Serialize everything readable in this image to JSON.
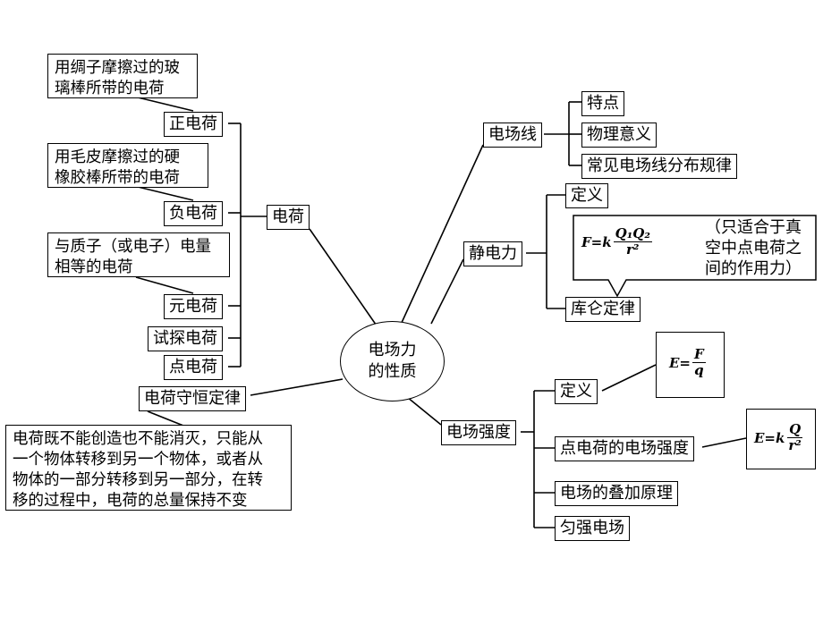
{
  "center": {
    "line1": "电场力",
    "line2": "的性质"
  },
  "charge": {
    "label": "电荷",
    "items": [
      {
        "label": "正电荷",
        "note_line1": "用绸子摩擦过的玻",
        "note_line2": "璃棒所带的电荷"
      },
      {
        "label": "负电荷",
        "note_line1": "用毛皮摩擦过的硬",
        "note_line2": "橡胶棒所带的电荷"
      },
      {
        "label": "元电荷",
        "note_line1": "与质子（或电子）电量",
        "note_line2": "相等的电荷"
      },
      {
        "label": "试探电荷"
      },
      {
        "label": "点电荷"
      }
    ]
  },
  "conservation": {
    "label": "电荷守恒定律",
    "note_lines": [
      "电荷既不能创造也不能消灭，只能从",
      "一个物体转移到另一个物体，或者从",
      "物体的一部分转移到另一部分，在转",
      "移的过程中，电荷的总量保持不变"
    ]
  },
  "field_lines": {
    "label": "电场线",
    "items": [
      "特点",
      "物理意义",
      "常见电场线分布规律"
    ]
  },
  "electrostatic": {
    "label": "静电力",
    "definition": "定义",
    "coulomb": "库仑定律",
    "formula": {
      "lhs": "F=k",
      "num": "Q₁Q₂",
      "den": "r²"
    },
    "note_lines": [
      "（只适合于真",
      "空中点电荷之",
      "间的作用力）"
    ]
  },
  "field_strength": {
    "label": "电场强度",
    "definition": "定义",
    "point_charge": "点电荷的电场强度",
    "superposition": "电场的叠加原理",
    "uniform": "匀强电场",
    "def_formula": {
      "lhs": "E=",
      "num": "F",
      "den": "q"
    },
    "point_formula": {
      "lhs": "E=k",
      "num": "Q",
      "den": "r²"
    }
  }
}
